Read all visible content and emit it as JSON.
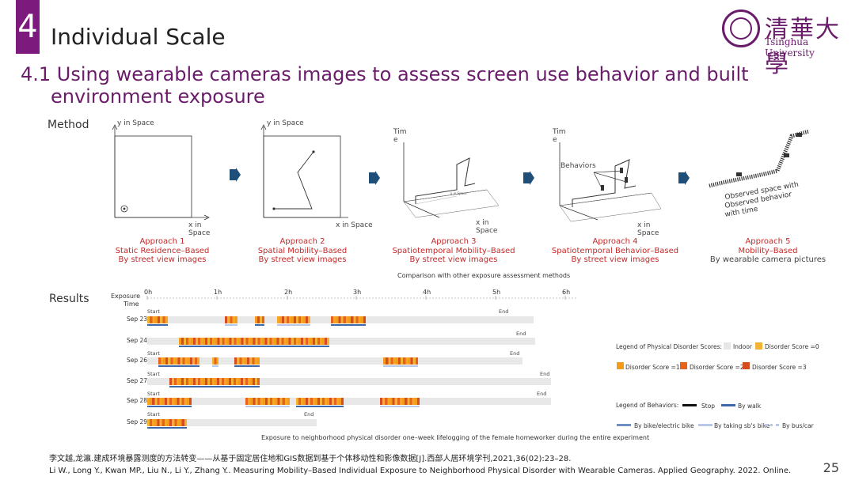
{
  "section": {
    "number": "4",
    "title": "Individual Scale"
  },
  "university": {
    "name_cn": "清華大學",
    "name_en": "Tsinghua University"
  },
  "heading": {
    "line1": "4.1 Using  wearable cameras images to assess screen use behavior and built",
    "line2": "environment exposure"
  },
  "method": {
    "label": "Method",
    "y_axis": "y in Space",
    "x_axis_line1": "x in",
    "x_axis_line2": "Space",
    "x_axis_inline": "x in Space",
    "time_line1": "Tim",
    "time_line2": "e",
    "y_small": "y in Space",
    "behaviors": "Behaviors",
    "observed": "Observed space with",
    "observed2": "Observed behavior",
    "observed3": "with time",
    "approaches": [
      {
        "title": "Approach 1",
        "desc": "Static Residence–Based",
        "src": "By street view images"
      },
      {
        "title": "Approach 2",
        "desc": "Spatial Mobility–Based",
        "src": "By street view images"
      },
      {
        "title": "Approach 3",
        "desc": "Spatiotemporal Mobility–Based",
        "src": "By street view images"
      },
      {
        "title": "Approach 4",
        "desc": "Spatiotemporal Behavior–Based",
        "src": "By street view images"
      },
      {
        "title": "Approach 5",
        "desc": "Mobility–Based",
        "src": "By wearable camera pictures"
      }
    ],
    "caption": "Comparison with other exposure assessment methods"
  },
  "results": {
    "label": "Results",
    "exposure_time_1": "Exposure",
    "exposure_time_2": "Time",
    "hours": [
      "0h",
      "1h",
      "2h",
      "3h",
      "4h",
      "5h",
      "6h"
    ],
    "start": "Start",
    "end": "End",
    "days": [
      "Sep 23",
      "Sep 24",
      "Sep 26",
      "Sep 27",
      "Sep 28",
      "Sep 29"
    ],
    "legend_disorder_title": "Legend of Physical Disorder Scores:",
    "legend_indoor": "Indoor",
    "legend_score0": "Disorder Score =0",
    "legend_score1": "Disorder Score =1",
    "legend_score2": "Disorder Score =2",
    "legend_score3": "Disorder Score =3",
    "legend_behav_title": "Legend of Behaviors:",
    "legend_stop": "Stop",
    "legend_walk": "By walk",
    "legend_bike": "By bike/electric bike",
    "legend_taking_bike": "By taking sb's bike",
    "legend_bus": "By bus/car",
    "caption": "Exposure to neighborhood physical disorder one–week lifelogging of the female homeworker during the entire experiment",
    "colors": {
      "indoor": "#e6e6e6",
      "score0": "#f2b233",
      "score1": "#f59b1b",
      "score2": "#e8621b",
      "score3": "#d64b1f",
      "walk": "#3f68a8",
      "bus": "#b9c8e6"
    }
  },
  "refs": {
    "cn": "李文越,龙瀛.建成环境暴露测度的方法转变——从基于固定居住地和GIS数据到基于个体移动性和影像数据[J].西部人居环境学刊,2021,36(02):23–28.",
    "en": "Li W., Long Y., Kwan MP., Liu N., Li Y., Zhang Y.. Measuring Mobility–Based Individual Exposure to Neighborhood Physical Disorder with Wearable Cameras. Applied Geography. 2022. Online."
  },
  "page_number": "25"
}
